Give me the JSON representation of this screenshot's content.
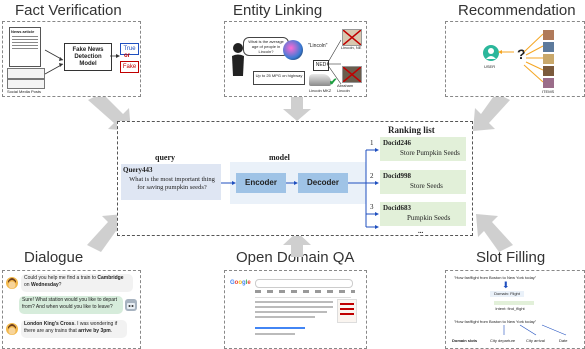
{
  "tasks": {
    "fact_verification": "Fact Verification",
    "entity_linking": "Entity Linking",
    "recommendation": "Recommendation",
    "dialogue": "Dialogue",
    "open_domain_qa": "Open Domain QA",
    "slot_filling": "Slot Filling"
  },
  "fact_verification": {
    "news_article": "News article",
    "model_label": "Fake News\nDetection Model",
    "true_label": "True",
    "or_label": "or",
    "fake_label": "Fake",
    "social_media": "Social Media Posts"
  },
  "entity_linking": {
    "question": "What is the average age of people in Lincoln?",
    "lincoln_quote": "\"Lincoln\"",
    "ned": "NED",
    "lincoln_ne": "Lincoln, NE",
    "highway": "Up to 25 MPG on highway",
    "lincoln_mkz": "Lincoln MKZ",
    "lincoln_person": "Abraham Lincoln"
  },
  "recommendation": {
    "user": "USER",
    "items": "ITEMS"
  },
  "center": {
    "ranking_title": "Ranking list",
    "query_label": "query",
    "model_label": "model",
    "query_id": "Query443",
    "query_text": "What is the most important thing for saving pumpkin seeds?",
    "encoder": "Encoder",
    "decoder": "Decoder",
    "ellipsis": "...",
    "ranks": [
      {
        "num": "1",
        "doc": "Docid246",
        "text": "Store Pumpkin Seeds"
      },
      {
        "num": "2",
        "doc": "Docid998",
        "text": "Store Seeds"
      },
      {
        "num": "3",
        "doc": "Docid683",
        "text": "Pumpkin Seeds"
      }
    ]
  },
  "dialogue": {
    "msg1_pre": "Could you help me find a train to ",
    "msg1_b1": "Cambridge",
    "msg1_mid": " on ",
    "msg1_b2": "Wednesday",
    "msg1_end": "?",
    "msg2": "Sure! What station would you like to depart from? And when would you like to leave?",
    "msg3_b1": "London King's Cross",
    "msg3_mid": ". I was wondering if there are any trains that ",
    "msg3_b2": "arrive by 3pm",
    "msg3_end": "."
  },
  "open_domain_qa": {
    "google": "Google"
  },
  "slot_filling": {
    "q1": "\"How far/flight from Boston to New York today\"",
    "slot_a": "Domain: Flight",
    "slot_b": "Intent: find_flight",
    "q2": "\"How far/flight from Boston to New York today\"",
    "b1": "Domain slots",
    "b2": "City departure",
    "b3": "City arrival",
    "b4": "Date"
  },
  "colors": {
    "arrow": "#cfcfcf",
    "encoder": "#9fc3e6",
    "rank_box": "#e2f0d9",
    "true": "#1f4fbf",
    "fake": "#c00000"
  }
}
